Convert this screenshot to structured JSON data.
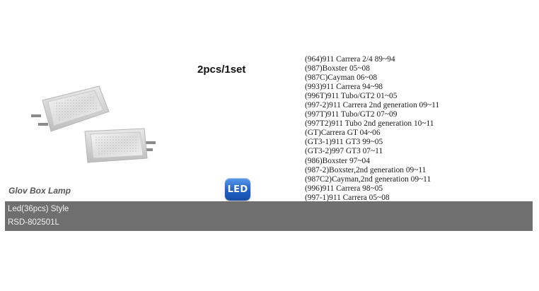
{
  "product": {
    "set_label": "2pcs/1set",
    "title": "Glov Box Lamp",
    "badge": "LED",
    "style_line": "Led(36pcs) Style",
    "part_number": "RSD-802501L"
  },
  "compatibility": [
    "(964)911 Carrera 2/4 89~94",
    "(987)Boxster 05~08",
    "(987C)Cayman 06~08",
    "(993)911 Carrera 94~98",
    "(996T)911 Tubo/GT2 01~05",
    "(997-2)911 Carrera 2nd generation 09~11",
    "(997T)911 Tubo/GT2 07~09",
    "(997T2)911 Tubo 2nd generation 10~11",
    "(GT)Carrera GT 04~06",
    "(GT3-1)911 GT3 99~05",
    "(GT3-2)997 GT3 07~11",
    "(986)Boxster 97~04",
    "(987-2)Boxster,2nd generation 09~11",
    "(987C2)Cayman,2nd generation 09~11",
    "(996)911 Carrera 98~05",
    "(997-1)911 Carrera 05~08"
  ],
  "colors": {
    "bar": "#6f6f6f",
    "badge": "#1f5fc4"
  }
}
